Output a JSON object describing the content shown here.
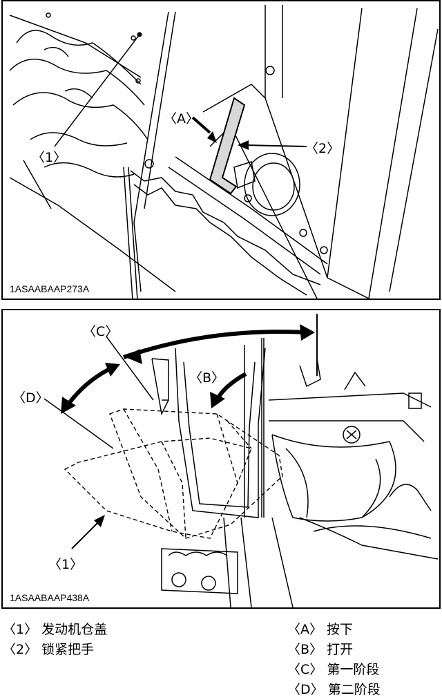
{
  "top_figure": {
    "image_code": "1ASAABAAP273A",
    "callouts": {
      "part1": "〈1〉",
      "part2": "〈2〉",
      "actionA": "〈A〉"
    }
  },
  "bottom_figure": {
    "image_code": "1ASAABAAP438A",
    "callouts": {
      "part1": "〈1〉",
      "actionB": "〈B〉",
      "actionC": "〈C〉",
      "actionD": "〈D〉"
    }
  },
  "legend": {
    "parts": [
      {
        "tag": "〈1〉",
        "text": "发动机仓盖"
      },
      {
        "tag": "〈2〉",
        "text": "锁紧把手"
      }
    ],
    "actions": [
      {
        "tag": "〈A〉",
        "text": "按下"
      },
      {
        "tag": "〈B〉",
        "text": "打开"
      },
      {
        "tag": "〈C〉",
        "text": "第一阶段"
      },
      {
        "tag": "〈D〉",
        "text": "第二阶段"
      }
    ]
  }
}
